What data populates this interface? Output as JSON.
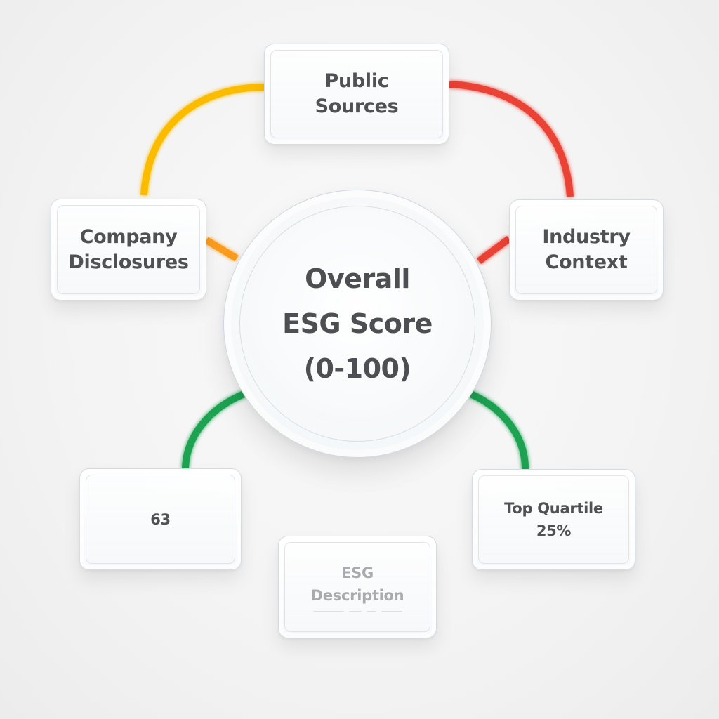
{
  "center": {
    "title": "Overall\nESG Score\n(0-100)"
  },
  "nodes": {
    "public_sources": {
      "label": "Public\nSources"
    },
    "company_disclosures": {
      "label": "Company\nDisclosures"
    },
    "industry_context": {
      "label": "Industry\nContext"
    },
    "score_value": {
      "label": "63"
    },
    "esg_description": {
      "label": "ESG\nDescription"
    },
    "top_quartile": {
      "label": "Top Quartile\n25%"
    }
  },
  "connector_colors": {
    "blue": "#1a73e8",
    "yellow": "#fbbc04",
    "orange": "#fb9c1c",
    "red": "#ea4335",
    "green": "#1aa251"
  }
}
